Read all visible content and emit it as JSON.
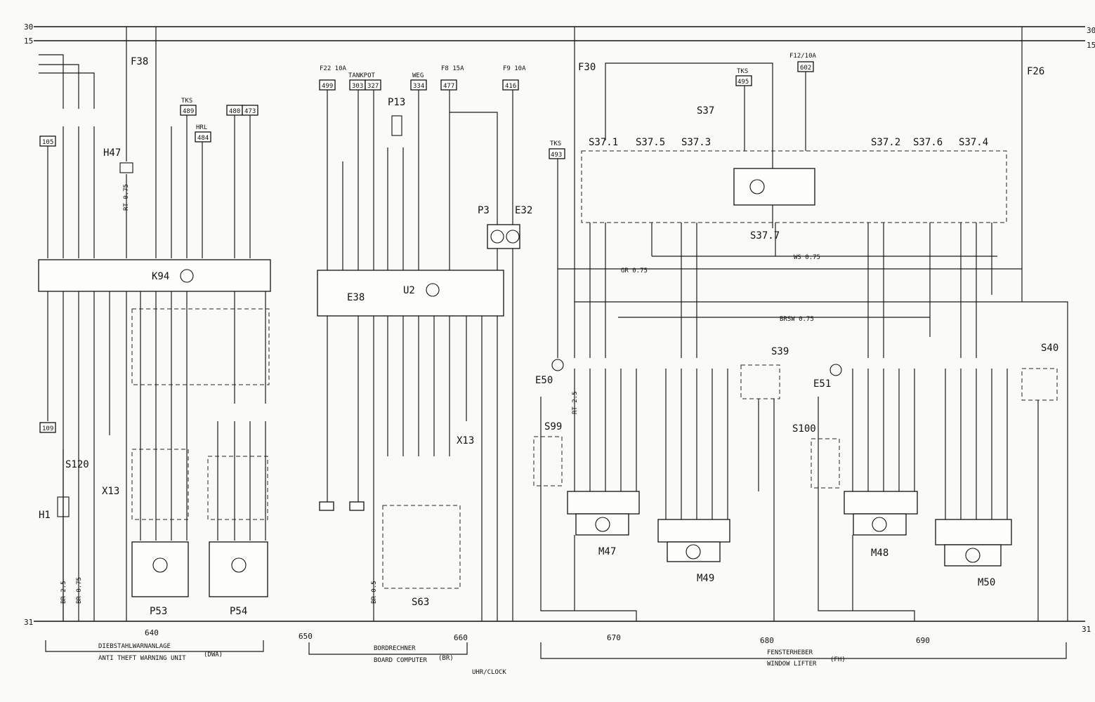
{
  "rails": {
    "top_30": "30",
    "top_15": "15",
    "bottom_31": "31"
  },
  "fuses": [
    "F38",
    "F22 10A",
    "F8 15A",
    "F9 10A",
    "F30",
    "F12/10A",
    "F26"
  ],
  "components": {
    "H47": "H47",
    "K94": "K94",
    "H1": "H1",
    "S120": "S120",
    "X13": "X13",
    "P53": "P53",
    "P54": "P54",
    "E38": "E38",
    "U2": "U2",
    "P13": "P13",
    "P3": "P3",
    "E32": "E32",
    "S63": "S63",
    "S37": "S37",
    "S37_7": "S37.7",
    "S37_1": "S37.1",
    "S37_5": "S37.5",
    "S37_3": "S37.3",
    "S37_2": "S37.2",
    "S37_6": "S37.6",
    "S37_4": "S37.4",
    "S39": "S39",
    "S40": "S40",
    "E50": "E50",
    "E51": "E51",
    "S99": "S99",
    "S100": "S100",
    "M47": "M47",
    "M48": "M48",
    "M49": "M49",
    "M50": "M50"
  },
  "tags": {
    "tks1": "TKS",
    "tks1n": "489",
    "hrl": "HRL",
    "hrln": "484",
    "t480": "480",
    "t473": "473",
    "t105": "105",
    "t109": "109",
    "t499": "499",
    "t303": "303",
    "t327": "327",
    "t334": "334",
    "t477": "477",
    "t416": "416",
    "t493": "493",
    "t495": "495",
    "t602": "602",
    "tankpot": "TANKPOT",
    "weg": "WEG"
  },
  "wire_labels": {
    "wl1": "RT 0.75",
    "wl2": "GR 0.75",
    "wl3": "WS 0.75",
    "wl4": "BRSW 0.75",
    "wl5": "BR 2.5",
    "wl6": "BR 0.75",
    "wl7": "BR 0.5",
    "wl8": "RT 2.5"
  },
  "footer": {
    "dwa_de": "DIEBSTAHLWARNANLAGE",
    "dwa_en": "ANTI THEFT WARNING UNIT",
    "dwa_tag": "(DWA)",
    "br_de": "BORDRECHNER",
    "br_en": "BOARD COMPUTER",
    "br_tag": "(BR)",
    "uhr": "UHR/CLOCK",
    "fh_de": "FENSTERHEBER",
    "fh_en": "WINDOW LIFTER",
    "fh_tag": "(FH)",
    "sec640": "640",
    "sec650": "650",
    "sec660": "660",
    "sec670": "670",
    "sec680": "680",
    "sec690": "690"
  }
}
